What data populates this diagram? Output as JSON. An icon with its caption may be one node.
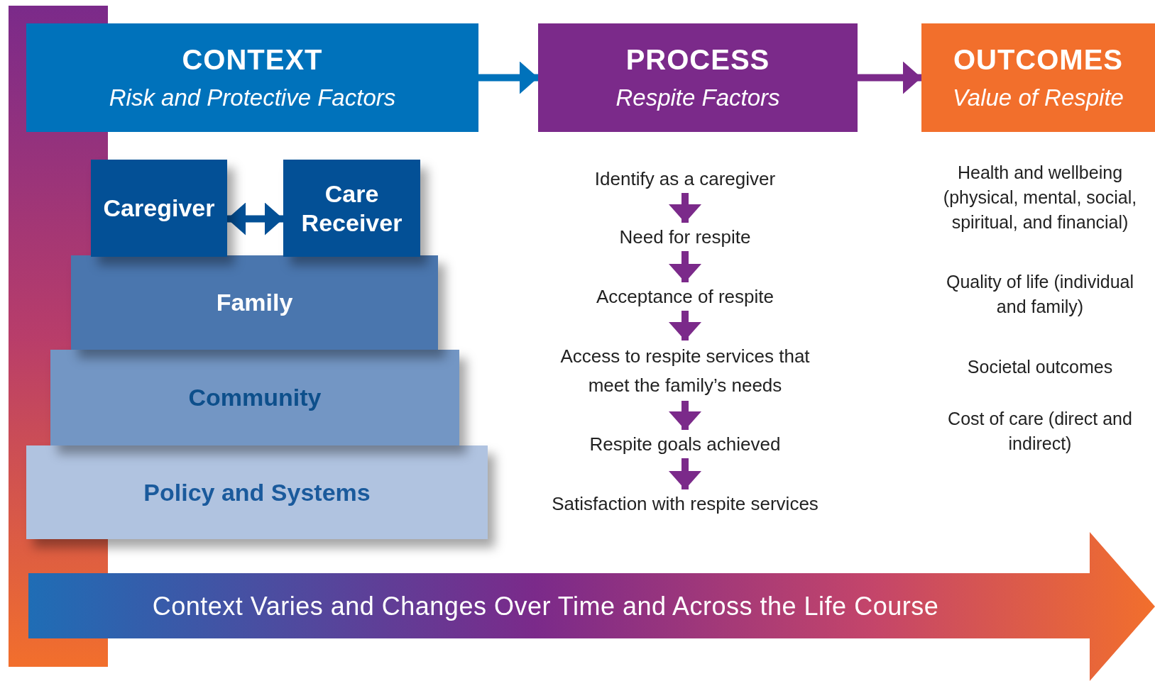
{
  "diagram": {
    "nodes": [
      {
        "text": [
          "CONTEXT",
          "Risk and Protective Factors"
        ]
      },
      {
        "text": [
          "PROCESS",
          "Respite Factors"
        ]
      },
      {
        "text": [
          "OUTCOMES",
          "Value of Respite"
        ]
      },
      {
        "text": [
          "Caregiver"
        ]
      },
      {
        "text": [
          "Care Receiver"
        ]
      },
      {
        "text": [
          "Family"
        ]
      },
      {
        "text": [
          "Community"
        ]
      },
      {
        "text": [
          "Policy and Systems"
        ]
      },
      {
        "text": [
          "Identify as a caregiver"
        ]
      },
      {
        "text": [
          "Need for respite"
        ]
      },
      {
        "text": [
          "Acceptance of respite"
        ]
      },
      {
        "text": [
          "Access to respite services that meet the family’s needs"
        ]
      },
      {
        "text": [
          "Respite goals achieved"
        ]
      },
      {
        "text": [
          "Satisfaction with respite services"
        ]
      },
      {
        "text": [
          "Context Varies and Changes Over Time and Across the Life Course"
        ]
      },
      {
        "text": [],
        "shape": "bar"
      }
    ],
    "edges": [
      {
        "from": 0,
        "to": 1,
        "arrow": "to",
        "color": "#0072bb"
      },
      {
        "from": 1,
        "to": 2,
        "arrow": "to"
      },
      {
        "from": 3,
        "to": 4,
        "arrow": "both",
        "color": "#035096"
      },
      {
        "from": 8,
        "to": 9,
        "arrow": "to"
      },
      {
        "from": 9,
        "to": 10,
        "arrow": "to"
      },
      {
        "from": 10,
        "to": 11,
        "arrow": "to"
      },
      {
        "from": 11,
        "to": 12,
        "arrow": "to"
      },
      {
        "from": 12,
        "to": 13,
        "arrow": "to"
      }
    ],
    "labels": [
      "Health and wellbeing (physical, mental, social, spiritual, and financial)",
      "Quality of life (individual and family)",
      "Societal outcomes",
      "Cost of care (direct and indirect)"
    ]
  }
}
